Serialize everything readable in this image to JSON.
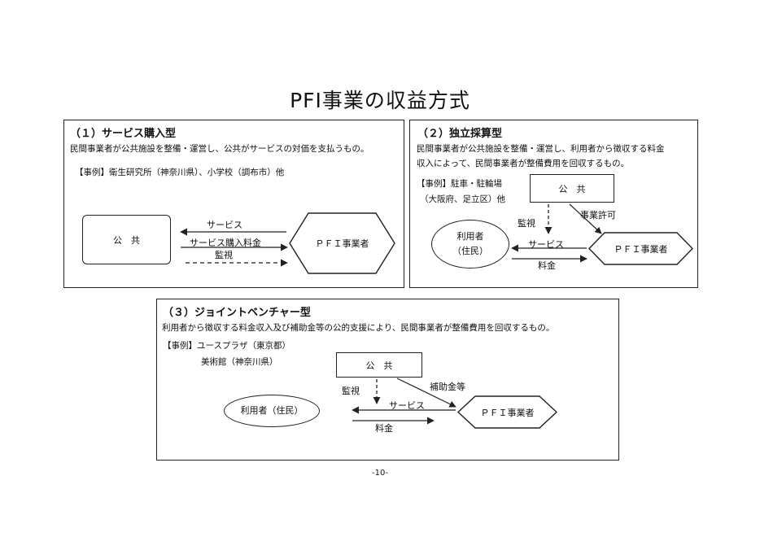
{
  "title": "PFI事業の収益方式",
  "page_number": "-10-",
  "p1": {
    "title": "（１）サービス購入型",
    "desc": "民間事業者が公共施設を整備・運営し、公共がサービスの対価を支払うもの。",
    "example": "【事例】衛生研究所（神奈川県）、小学校（調布市）他",
    "public": "公　共",
    "pfi": "ＰＦＩ事業者",
    "arrow_service": "サービス",
    "arrow_payment": "サービス購入料金",
    "arrow_monitor": "監視"
  },
  "p2": {
    "title": "（２）独立採算型",
    "desc1": "民間事業者が公共施設を整備・運営し、利用者から徴収する料金",
    "desc2": "収入によって、民間事業者が整備費用を回収するもの。",
    "example1": "【事例】駐車・駐輪場",
    "example2": "（大阪府、足立区）他",
    "public": "公　共",
    "user1": "利用者",
    "user2": "（住民）",
    "pfi": "ＰＦＩ事業者",
    "monitor": "監視",
    "permit": "事業許可",
    "service": "サービス",
    "fee": "料金"
  },
  "p3": {
    "title": "（３）ジョイントベンチャー型",
    "desc": "利用者から徴収する料金収入及び補助金等の公的支援により、民間事業者が整備費用を回収するもの。",
    "example1": "【事例】ユースプラザ（東京都）",
    "example2": "美術館（神奈川県）",
    "public": "公　共",
    "user": "利用者（住民）",
    "pfi": "ＰＦＩ事業者",
    "monitor": "監視",
    "subsidy": "補助金等",
    "service": "サービス",
    "fee": "料金"
  }
}
